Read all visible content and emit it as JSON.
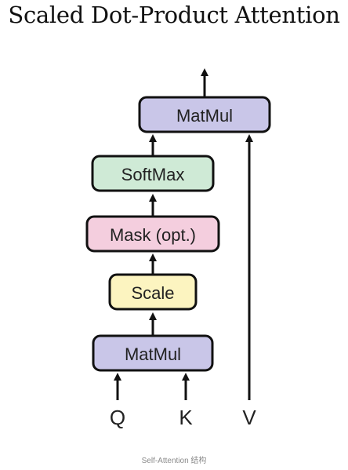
{
  "title": "Scaled Dot-Product Attention",
  "caption": "Self-Attention 结构",
  "blocks": {
    "matmul_top": {
      "label": "MatMul",
      "fill": "#c9c6e8"
    },
    "softmax": {
      "label": "SoftMax",
      "fill": "#cfead6"
    },
    "mask": {
      "label": "Mask (opt.)",
      "fill": "#f4cede"
    },
    "scale": {
      "label": "Scale",
      "fill": "#fcf4c0"
    },
    "matmul_bottom": {
      "label": "MatMul",
      "fill": "#c9c6e8"
    }
  },
  "inputs": {
    "q": "Q",
    "k": "K",
    "v": "V"
  },
  "colors": {
    "stroke": "#111111",
    "text": "#222222"
  }
}
